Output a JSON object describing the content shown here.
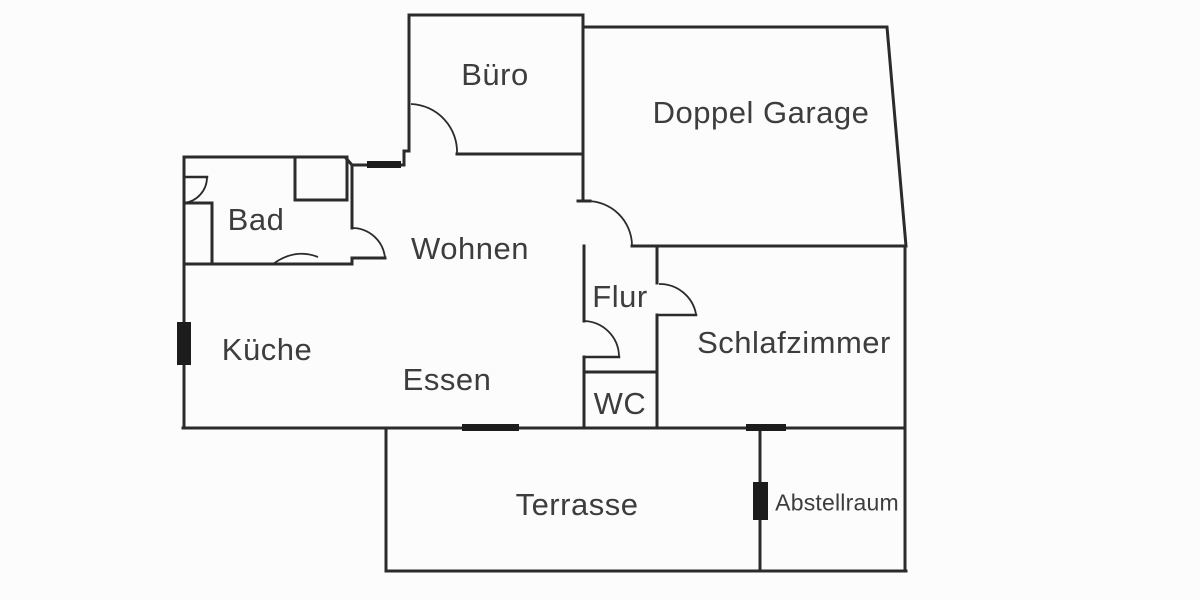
{
  "rooms": {
    "buero": {
      "label": "Büro"
    },
    "doppel_garage": {
      "label": "Doppel Garage"
    },
    "bad": {
      "label": "Bad"
    },
    "wohnen": {
      "label": "Wohnen"
    },
    "flur": {
      "label": "Flur"
    },
    "schlafzimmer": {
      "label": "Schlafzimmer"
    },
    "kueche": {
      "label": "Küche"
    },
    "essen": {
      "label": "Essen"
    },
    "wc": {
      "label": "WC"
    },
    "terrasse": {
      "label": "Terrasse"
    },
    "abstellraum": {
      "label": "Abstellraum"
    }
  },
  "colors": {
    "wall": "#2b2b2b",
    "window_marker": "#1c1c1c",
    "text": "#3d3d3d",
    "background": "#fcfcfc"
  }
}
